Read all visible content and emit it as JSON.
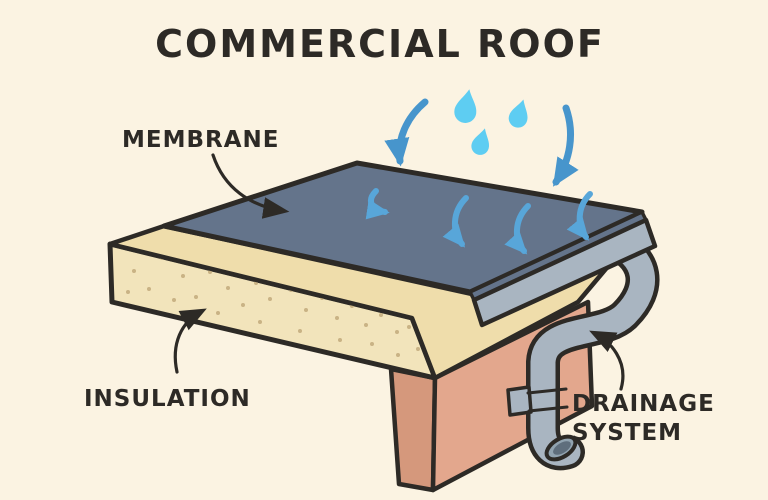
{
  "title": "COMMERCIAL ROOF",
  "labels": {
    "membrane": "MEMBRANE",
    "insulation": "INSULATION",
    "drainage_line1": "DRAINAGE",
    "drainage_line2": "SYSTEM"
  },
  "parts": [
    {
      "id": "membrane",
      "label": "MEMBRANE",
      "description": "dark slate waterproof layer on top of roof slab"
    },
    {
      "id": "insulation",
      "label": "INSULATION",
      "description": "thick tan speckled layer under membrane"
    },
    {
      "id": "drainage_system",
      "label": "DRAINAGE SYSTEM",
      "description": "gray gutter and downspout at roof edge"
    }
  ],
  "rain": {
    "raindrop_count": 3,
    "falling_arrow_count": 2,
    "roof_flow_arrow_count": 4
  },
  "colors": {
    "background": "#fbf3e2",
    "ink": "#2d2a26",
    "membrane": "#64748b",
    "insulation": "#f2e4bb",
    "insulation_top": "#efddab",
    "speckle": "#c9b385",
    "wall": "#e3a78d",
    "wall_shaded": "#d5987c",
    "metal": "#a9b5c1",
    "pipe_rim": "#91a3b0",
    "pipe_interior": "#5f6e7c",
    "raindrop": "#5ecdf2",
    "rain_arrow": "#4795cc",
    "flow_arrow": "#58a6d9"
  }
}
